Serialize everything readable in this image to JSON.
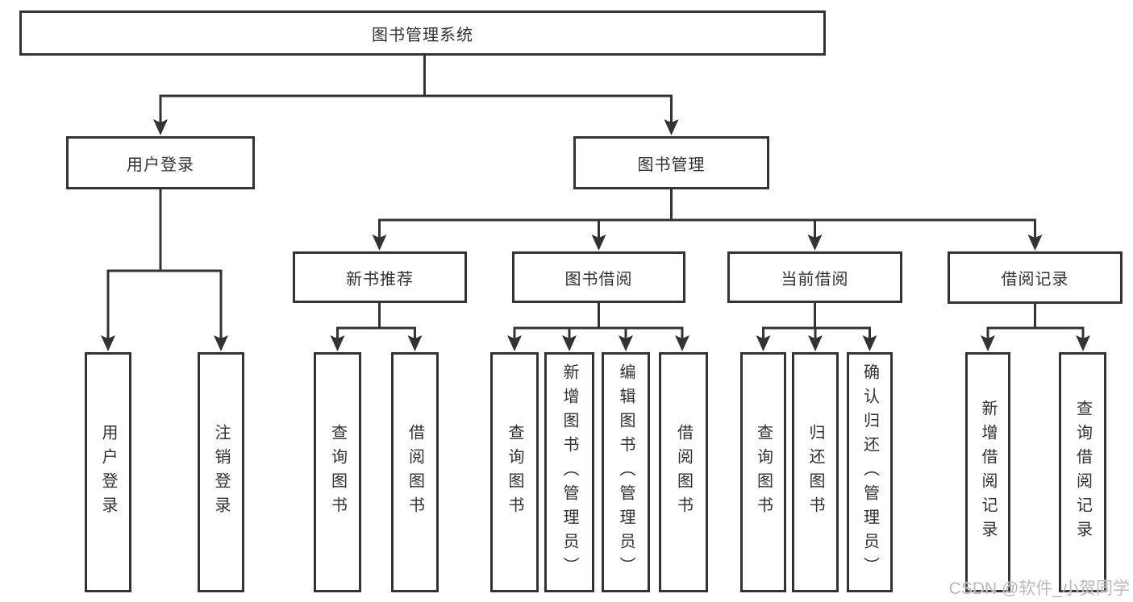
{
  "diagram": {
    "root": {
      "label": "图书管理系统"
    },
    "branches": [
      {
        "label": "用户登录",
        "children": [
          {
            "label": "用户登录"
          },
          {
            "label": "注销登录"
          }
        ]
      },
      {
        "label": "图书管理",
        "children": [
          {
            "label": "新书推荐",
            "children": [
              {
                "label": "查询图书"
              },
              {
                "label": "借阅图书"
              }
            ]
          },
          {
            "label": "图书借阅",
            "children": [
              {
                "label": "查询图书"
              },
              {
                "label": "新增图书（管理员）"
              },
              {
                "label": "编辑图书（管理员）"
              },
              {
                "label": "借阅图书"
              }
            ]
          },
          {
            "label": "当前借阅",
            "children": [
              {
                "label": "查询图书"
              },
              {
                "label": "归还图书"
              },
              {
                "label": "确认归还（管理员）"
              }
            ]
          },
          {
            "label": "借阅记录",
            "children": [
              {
                "label": "新增借阅记录"
              },
              {
                "label": "查询借阅记录"
              }
            ]
          }
        ]
      }
    ]
  },
  "watermark": {
    "text": "CSDN @软件_小贺同学"
  },
  "colors": {
    "line": "#333333",
    "box_border": "#333333",
    "text": "#303030",
    "watermark": "#b9b9b9",
    "background": "#ffffff"
  }
}
